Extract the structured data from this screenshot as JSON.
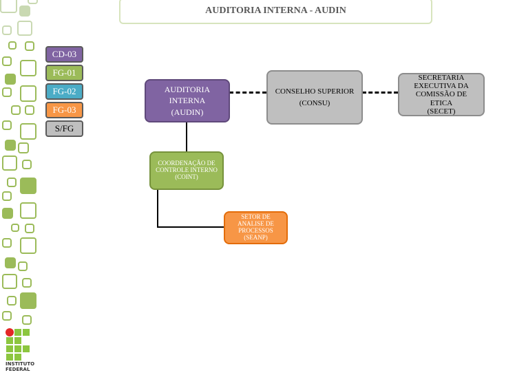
{
  "header": {
    "title": "AUDITORIA INTERNA - AUDIN"
  },
  "legend": [
    {
      "label": "CD-03",
      "color": "#8064a2"
    },
    {
      "label": "FG-01",
      "color": "#9bbb59"
    },
    {
      "label": "FG-02",
      "color": "#4bacc6"
    },
    {
      "label": "FG-03",
      "color": "#f79646"
    },
    {
      "label": "S/FG",
      "color": "#bfbfbf"
    }
  ],
  "nodes": {
    "audin": {
      "name": "AUDITORIA INTERNA",
      "code": "(AUDIN)"
    },
    "consu": {
      "name": "CONSELHO SUPERIOR",
      "code": "(CONSU)"
    },
    "secet": {
      "name": "SECRETARIA EXECUTIVA DA COMISSÃO DE ETICA",
      "code": "(SECET)"
    },
    "coint": {
      "name": "COORDENAÇÃO DE CONTROLE INTERNO",
      "code": "(COINT)"
    },
    "seanp": {
      "name": "SETOR DE ANALISE DE PROCESSOS",
      "code": "(SEANP)"
    }
  },
  "logo": {
    "line1": "INSTITUTO",
    "line2": "FEDERAL"
  }
}
